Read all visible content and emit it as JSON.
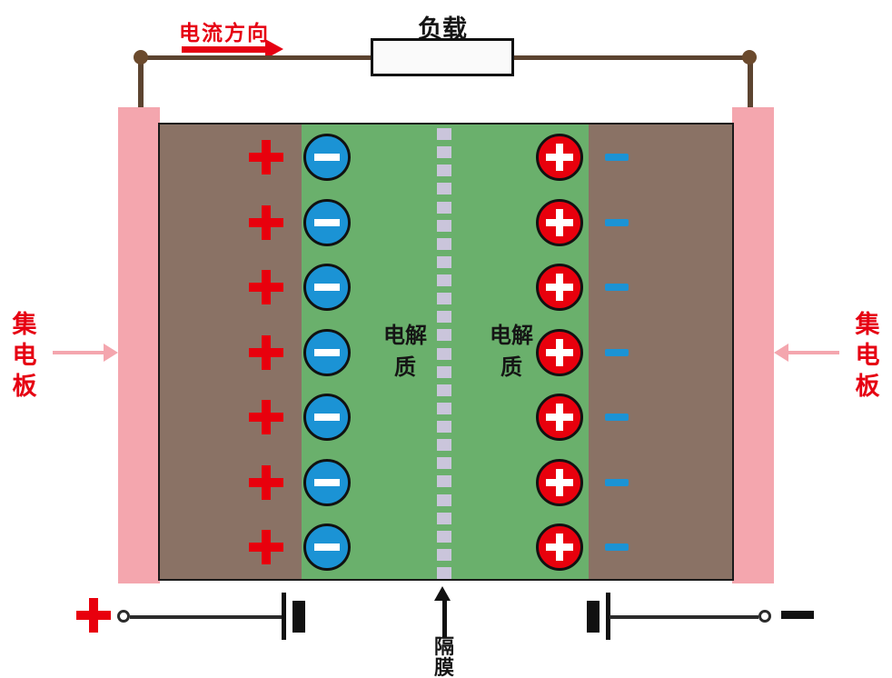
{
  "title": "electric-double-layer-capacitor-diagram",
  "top": {
    "load_label": "负载",
    "current_direction_label": "电流方向"
  },
  "cell": {
    "electrolyte_label_left": "电解质",
    "electrolyte_label_right": "电解质",
    "collector_label_left": "集电板",
    "collector_label_right": "集电板",
    "separator_label": "隔膜",
    "ion_rows": 7,
    "separator_squares": 25
  },
  "terminals": {
    "positive": "+",
    "negative": "−"
  },
  "icons": {
    "positive_terminal": "plus-shape",
    "negative_terminal": "minus-bar",
    "anion": "blue-circle-with-white-minus",
    "cation": "red-circle-with-white-plus",
    "charge_plus": "red-plus-shape",
    "charge_dash": "blue-minus-dash"
  },
  "colors": {
    "collector_pink": "#f4a6ae",
    "electrode_brown": "#8a7265",
    "electrolyte_green": "#6ab06c",
    "anion_blue": "#1b93d5",
    "cation_red": "#e8000d",
    "accent_red": "#e60012",
    "separator_gray": "#cac5db",
    "wire_brown": "#5c4430",
    "wire_dark": "#2b2b2b"
  }
}
